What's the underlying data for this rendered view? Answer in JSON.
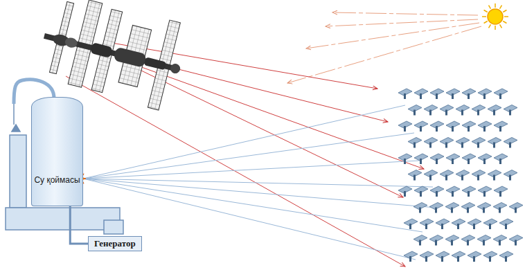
{
  "diagram": {
    "nodes": [
      {
        "text": [
          "Су қоймасы"
        ]
      },
      {
        "text": [
          "Генератор"
        ]
      }
    ],
    "edges": [
      {
        "from": 0,
        "to": 1,
        "arrow": "none"
      }
    ]
  }
}
